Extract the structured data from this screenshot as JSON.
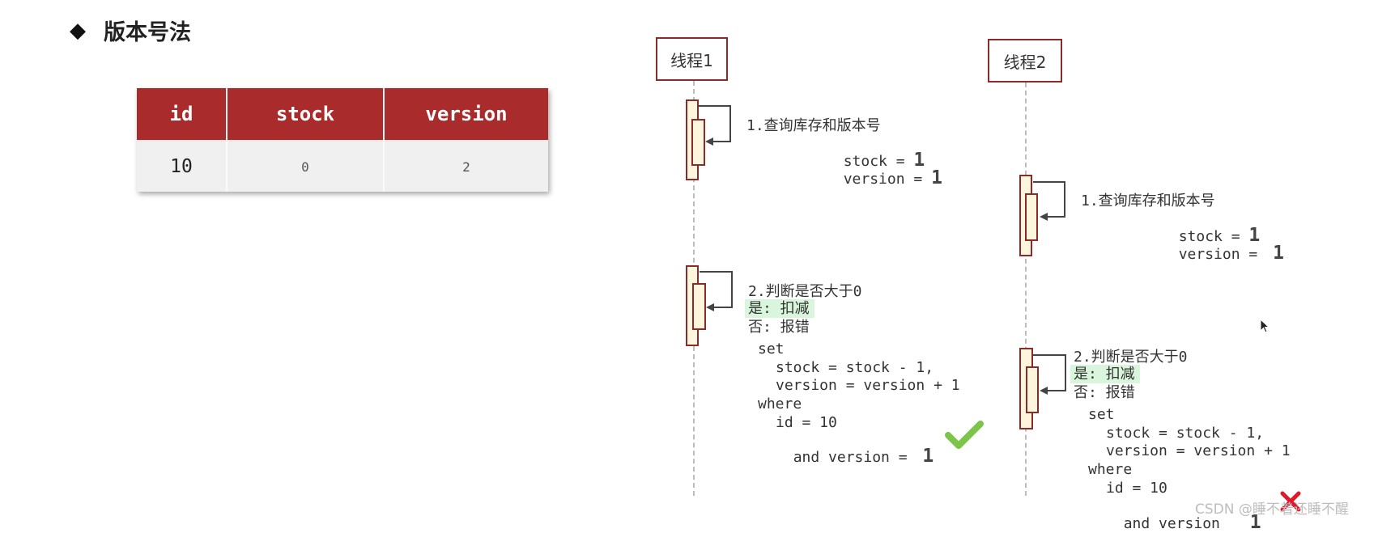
{
  "title": {
    "bullet": "◆",
    "text": "版本号法"
  },
  "table": {
    "headers": {
      "id": "id",
      "stock": "stock",
      "version": "version"
    },
    "row": {
      "id": "10",
      "stock": "0",
      "version": "2"
    }
  },
  "thread1": {
    "label": "线程1",
    "step1": {
      "title": "1.查询库存和版本号",
      "stock_label": "stock = ",
      "stock_value": "1",
      "version_label": "version = ",
      "version_value": "1"
    },
    "step2": {
      "title": "2.判断是否大于0",
      "yes": "是: 扣减",
      "no": "否: 报错",
      "sql": {
        "set": "set",
        "stock_line": "stock = stock - 1,",
        "version_line": "version = version + 1",
        "where": "where",
        "id_line": "id = 10",
        "and_label": "and version = ",
        "and_value": "1"
      }
    },
    "result_icon": "check-icon"
  },
  "thread2": {
    "label": "线程2",
    "step1": {
      "title": "1.查询库存和版本号",
      "stock_label": "stock = ",
      "stock_value": "1",
      "version_label": "version = ",
      "version_value": "1"
    },
    "step2": {
      "title": "2.判断是否大于0",
      "yes": "是: 扣减",
      "no": "否: 报错",
      "sql": {
        "set": "set",
        "stock_line": "stock = stock - 1,",
        "version_line": "version = version + 1",
        "where": "where",
        "id_line": "id = 10",
        "and_label": "and version ",
        "and_value": "1"
      }
    },
    "result_icon": "cross-icon"
  },
  "watermark": "CSDN @睡不着还睡不醒",
  "colors": {
    "header_bg": "#a92b2b",
    "activation_fill": "#fdf5dc",
    "activation_border": "#8b2a2a",
    "highlight": "#d9f5dc",
    "check": "#7cc44a",
    "cross": "#e0192a"
  }
}
